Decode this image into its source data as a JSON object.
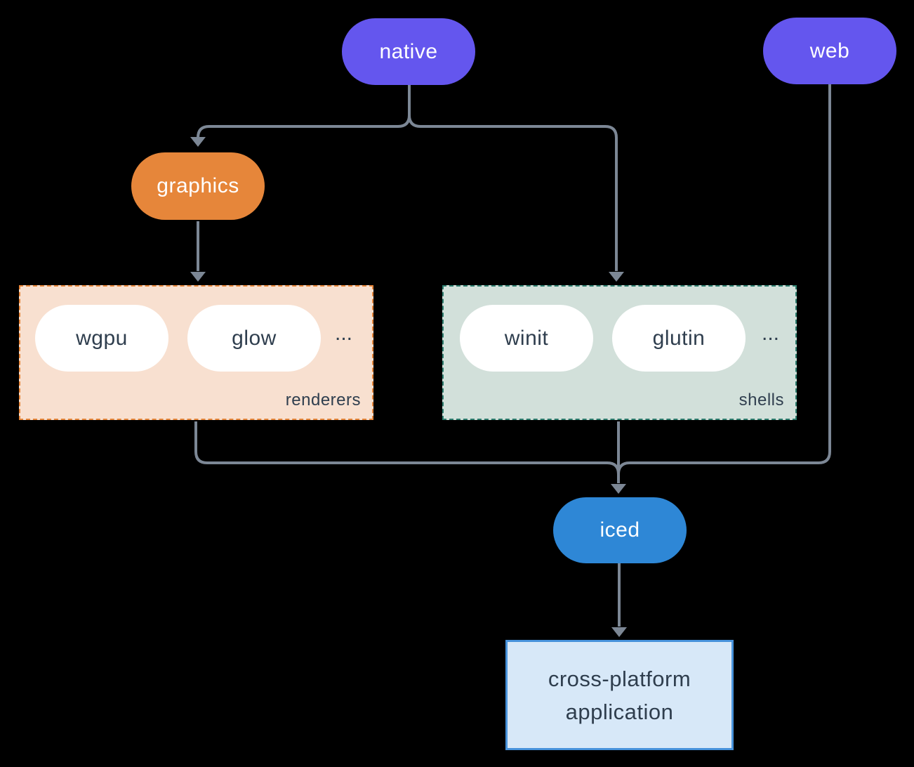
{
  "diagram": {
    "background_color": "#000000",
    "connector_color": "#7c8795",
    "nodes": {
      "native": {
        "label": "native",
        "fill": "#6456ee",
        "text_color": "#ffffff"
      },
      "web": {
        "label": "web",
        "fill": "#6456ee",
        "text_color": "#ffffff"
      },
      "graphics": {
        "label": "graphics",
        "fill": "#e6863a",
        "text_color": "#ffffff"
      },
      "iced": {
        "label": "iced",
        "fill": "#2e87d6",
        "text_color": "#ffffff"
      }
    },
    "groups": {
      "renderers": {
        "label": "renderers",
        "fill": "#f8e0d0",
        "border_color": "#e6863a",
        "items": [
          "wgpu",
          "glow"
        ],
        "ellipsis": "...",
        "item_fill": "#ffffff",
        "item_text_color": "#2f3e4e"
      },
      "shells": {
        "label": "shells",
        "fill": "#d2e0da",
        "border_color": "#2d7d6e",
        "items": [
          "winit",
          "glutin"
        ],
        "ellipsis": "...",
        "item_fill": "#ffffff",
        "item_text_color": "#2f3e4e"
      }
    },
    "app_box": {
      "line1": "cross-platform",
      "line2": "application",
      "fill": "#d7e8f8",
      "border_color": "#4792db",
      "text_color": "#2f3e4e"
    }
  }
}
